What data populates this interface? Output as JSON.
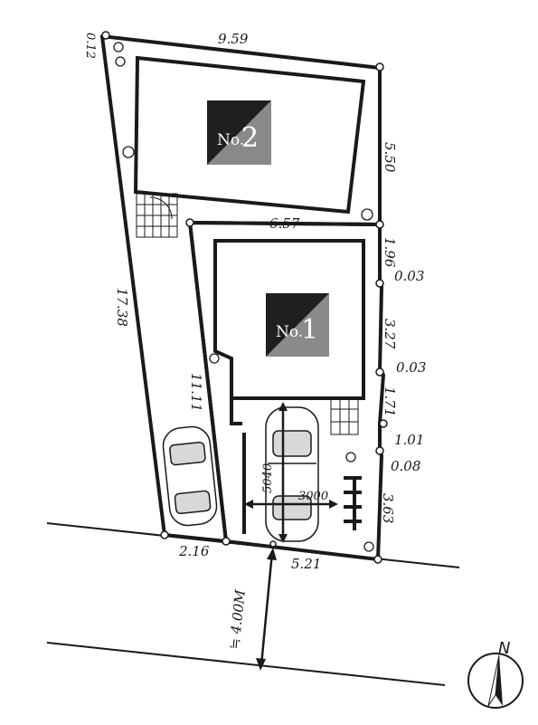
{
  "houses": {
    "no2": {
      "prefix": "No.",
      "number": "2"
    },
    "no1": {
      "prefix": "No.",
      "number": "1"
    }
  },
  "dimensions": {
    "top_corner": "0.12",
    "top_edge": "9.59",
    "right_upper": "5.50",
    "mid_boundary": "6.57",
    "right_1": "1.96",
    "right_2": "0.03",
    "right_3": "3.27",
    "right_4": "0.03",
    "right_5": "1.71",
    "right_6": "1.01",
    "right_7": "0.08",
    "right_8": "3.63",
    "left_long": "17.38",
    "left_inner": "11.11",
    "bottom_left": "2.16",
    "bottom_right": "5.21",
    "parking_depth": "5040",
    "parking_width": "3000",
    "road_width": "≒ 4.00M"
  },
  "compass": {
    "label": "N"
  },
  "colors": {
    "line": "#1a1a1a",
    "badge_dark": "#1f1f1f",
    "badge_light": "#8a8a8a",
    "paper": "#ffffff"
  }
}
